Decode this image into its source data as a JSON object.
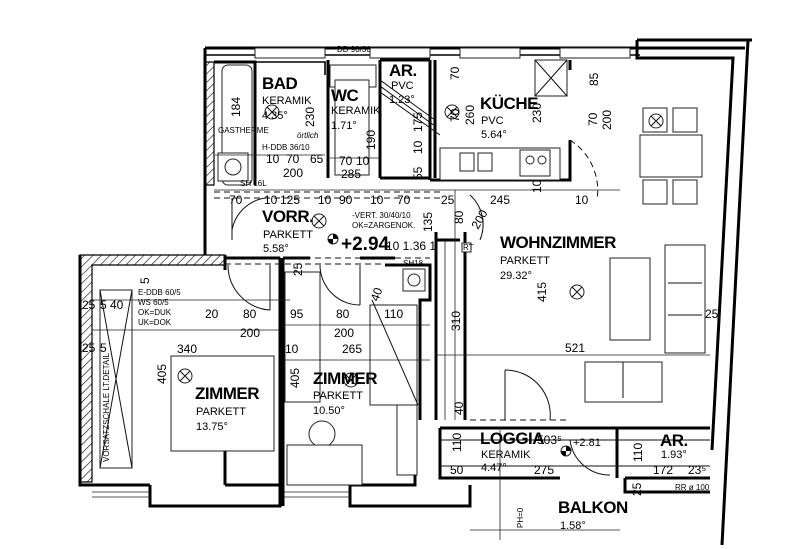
{
  "rooms": {
    "bad": {
      "name": "BAD",
      "floor": "KERAMIK",
      "area": "4.35°"
    },
    "wc": {
      "name": "WC",
      "floor": "KERAMIK",
      "area": "1.71°"
    },
    "ar_top": {
      "name": "AR.",
      "floor": "PVC",
      "area": "1.23°"
    },
    "kueche": {
      "name": "KÜCHE",
      "floor": "PVC",
      "area": "5.64°"
    },
    "vorraum": {
      "name": "VORR.",
      "floor": "PARKETT",
      "area": "5.58°"
    },
    "wohnzimmer": {
      "name": "WOHNZIMMER",
      "floor": "PARKETT",
      "area": "29.32°"
    },
    "zimmer1": {
      "name": "ZIMMER",
      "floor": "PARKETT",
      "area": "13.75°"
    },
    "zimmer2": {
      "name": "ZIMMER",
      "floor": "PARKETT",
      "area": "10.50°"
    },
    "loggia": {
      "name": "LOGGIA",
      "floor": "KERAMIK",
      "area": "4.47°"
    },
    "ar_bottom": {
      "name": "AR.",
      "area": "1.93°"
    },
    "balkon": {
      "name": "BALKON",
      "area": "1.58°"
    }
  },
  "levels": {
    "vorraum": "+2.94",
    "loggia": "+2.81"
  },
  "annotations": {
    "dd": "DD 90/30",
    "gastherme": "GASTHERME",
    "hddb": "H-DDB 36/10",
    "vert": "-VERT. 30/40/10",
    "ok_zargen": "OK=ZARGENOK.",
    "sh16": "SH 16L",
    "sh18": "SH18",
    "rt": "RT",
    "eddb": "E-DDB 60/5",
    "ws": "WS 60/5",
    "ok_duk": "OK=DUK",
    "uk_dok": "UK=DOK",
    "vorsatz": "VORSATZSCHALE LT.DETAIL",
    "ph": "PH=0",
    "rr": "RR ø 100",
    "oerlich": "örtlich"
  },
  "dimensions": {
    "d184": "184",
    "d230a": "230",
    "d190": "190",
    "d175": "175",
    "d10a": "10",
    "d55": "55",
    "d10b": "10",
    "d70a": "70",
    "d65": "65",
    "d200a": "200",
    "d70b": "70",
    "d10c": "10",
    "d285": "285",
    "d70k1": "70",
    "d70k2": "70",
    "d260": "260",
    "d230b": "230",
    "d10k": "10",
    "d85": "85",
    "d70w": "70",
    "d200w": "200",
    "d70v": "70",
    "d10v1": "10",
    "d125": "125",
    "d10v2": "10",
    "d90": "90",
    "d10v3": "10",
    "d70v2": "70",
    "d25v": "25",
    "d245": "245",
    "d10v4": "10",
    "d135": "135",
    "d10136": "10 1.36 1",
    "d80w": "80",
    "d200d": "200",
    "d5a": "5",
    "d25a": "25",
    "d540": "5 40",
    "d25b": "25",
    "d5b": "5",
    "d20": "20",
    "d80a": "80",
    "d200b": "200",
    "d340": "340",
    "d405a": "405",
    "d25c": "25",
    "d95": "95",
    "d80b": "80",
    "d110a": "110",
    "d200c": "200",
    "d10d": "10",
    "d265": "265",
    "d405b": "405",
    "d40a": "40",
    "d415": "415",
    "d310": "310",
    "d521": "521",
    "d25w": "25",
    "d40b": "40",
    "d110b": "110",
    "d503": "503⁵",
    "d50": "50",
    "d275": "275",
    "d110c": "110",
    "d172": "172",
    "d235": "23⁵",
    "d25d": "25"
  }
}
